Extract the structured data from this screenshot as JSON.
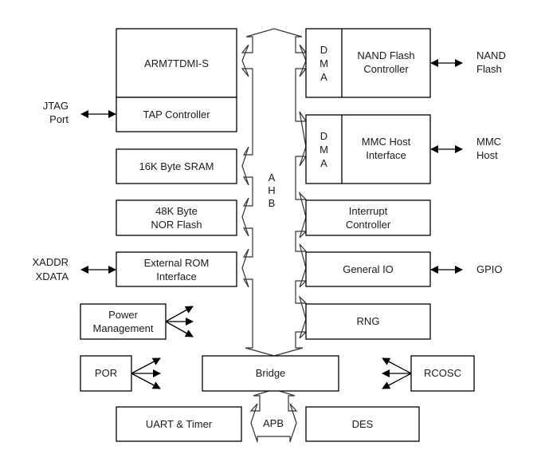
{
  "blocks": {
    "arm": "ARM7TDMI-S",
    "tap": "TAP Controller",
    "sram": "16K Byte SRAM",
    "nor_1": "48K Byte",
    "nor_2": "NOR Flash",
    "extrom_1": "External ROM",
    "extrom_2": "Interface",
    "power_1": "Power",
    "power_2": "Management",
    "por": "POR",
    "bridge": "Bridge",
    "rcosc": "RCOSC",
    "uart": "UART & Timer",
    "des": "DES",
    "dma_1": "D",
    "dma_2": "M",
    "dma_3": "A",
    "nand_1": "NAND Flash",
    "nand_2": "Controller",
    "mmc_1": "MMC Host",
    "mmc_2": "Interface",
    "intc_1": "Interrupt",
    "intc_2": "Controller",
    "gpio_block": "General IO",
    "rng": "RNG"
  },
  "external": {
    "jtag_1": "JTAG",
    "jtag_2": "Port",
    "xaddr": "XADDR",
    "xdata": "XDATA",
    "nand_ext_1": "NAND",
    "nand_ext_2": "Flash",
    "mmc_ext_1": "MMC",
    "mmc_ext_2": "Host",
    "gpio_ext": "GPIO"
  },
  "buses": {
    "ahb_1": "A",
    "ahb_2": "H",
    "ahb_3": "B",
    "apb": "APB"
  }
}
